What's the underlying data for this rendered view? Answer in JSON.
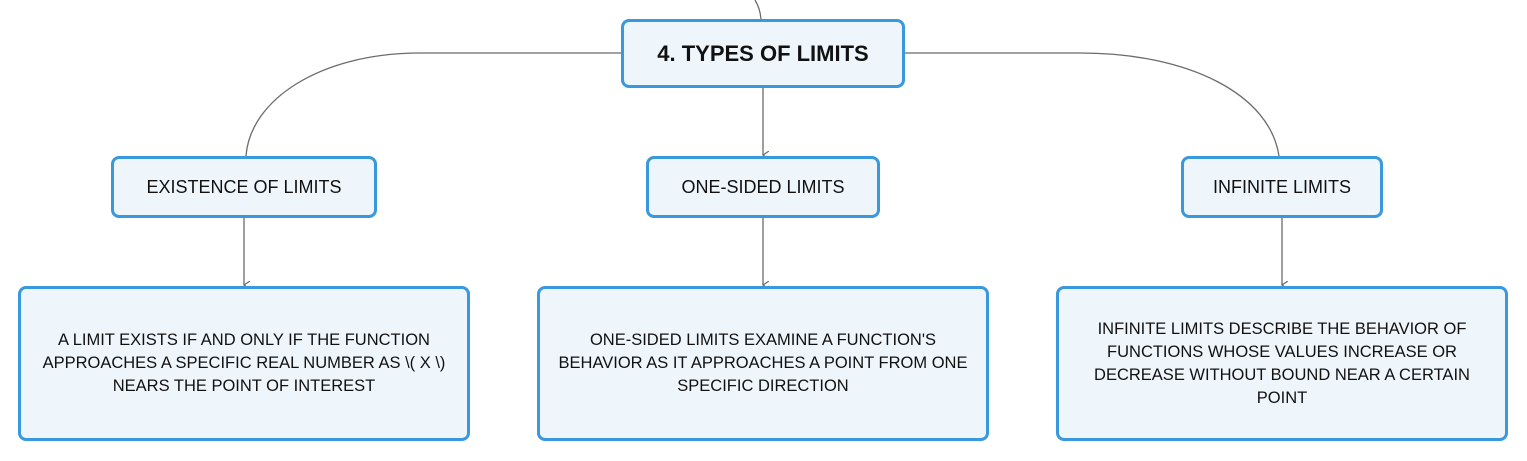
{
  "root": {
    "label": "4. TYPES OF LIMITS"
  },
  "branches": [
    {
      "title": "EXISTENCE OF LIMITS",
      "detail": "A LIMIT EXISTS IF AND ONLY IF THE FUNCTION APPROACHES A SPECIFIC REAL NUMBER AS \\( X \\) NEARS THE POINT OF INTEREST"
    },
    {
      "title": "ONE-SIDED LIMITS",
      "detail": "ONE-SIDED LIMITS EXAMINE A FUNCTION'S BEHAVIOR AS IT APPROACHES A POINT FROM ONE SPECIFIC DIRECTION"
    },
    {
      "title": "INFINITE LIMITS",
      "detail": "INFINITE LIMITS DESCRIBE THE BEHAVIOR OF FUNCTIONS WHOSE VALUES INCREASE OR DECREASE WITHOUT BOUND NEAR A CERTAIN POINT"
    }
  ],
  "colors": {
    "node_border": "#3a98dd",
    "node_fill": "#eef6fc",
    "connector": "#6b6b6b"
  }
}
